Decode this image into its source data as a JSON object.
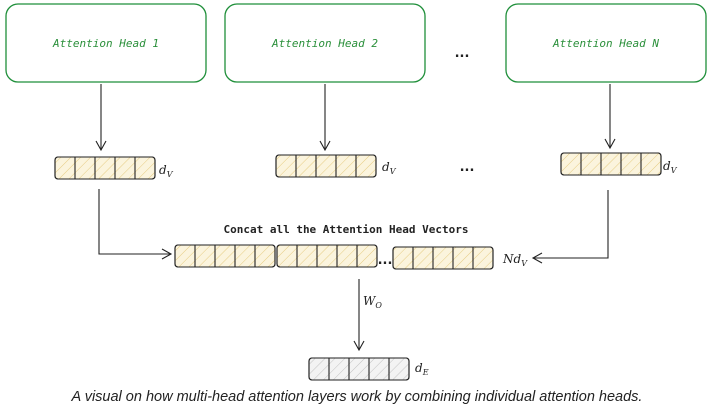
{
  "heads": [
    {
      "label": "Attention Head 1"
    },
    {
      "label": "Attention Head 2"
    },
    {
      "label": "Attention Head N"
    }
  ],
  "ellipsis": "...",
  "vector_dim": {
    "base": "d",
    "sub": "V"
  },
  "concat_label": "Concat all the Attention Head Vectors",
  "concat_dim": {
    "coef": "N",
    "base": "d",
    "sub": "V"
  },
  "weight": {
    "base": "W",
    "sub": "O"
  },
  "output_dim": {
    "base": "d",
    "sub": "E"
  },
  "caption": "A visual on how multi-head attention layers work by combining individual attention heads."
}
